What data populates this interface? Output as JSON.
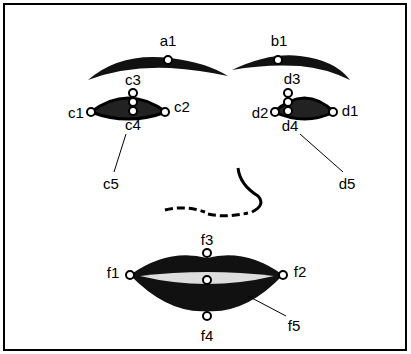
{
  "diagram": {
    "labels": [
      "a1",
      "b1",
      "c3",
      "d3",
      "c1",
      "c2",
      "d2",
      "d1",
      "c4",
      "d4",
      "c5",
      "d5",
      "f3",
      "f1",
      "f2",
      "f4",
      "f5"
    ]
  }
}
